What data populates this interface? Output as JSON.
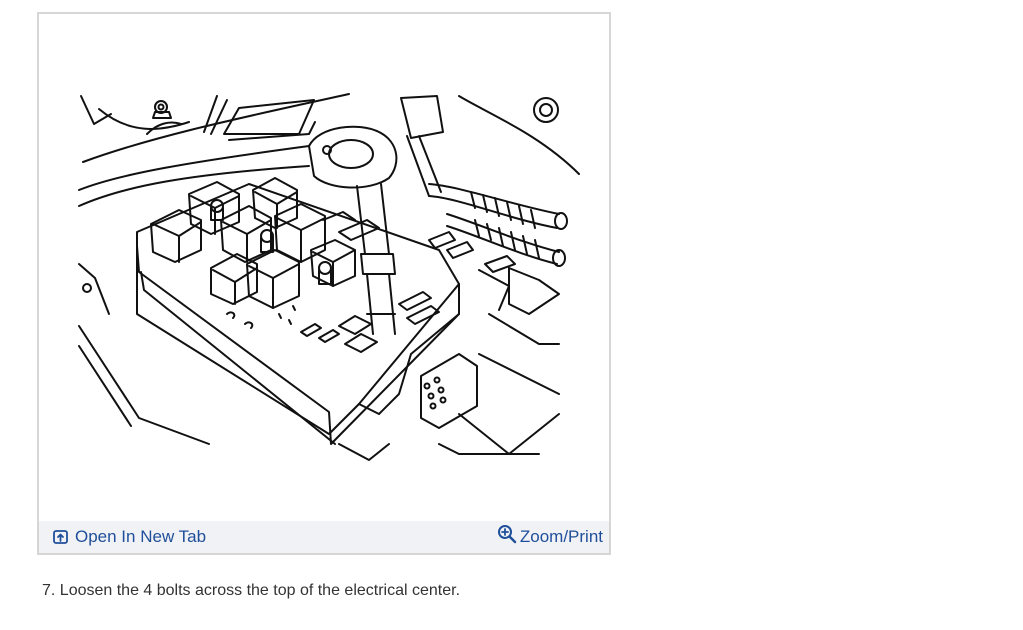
{
  "figure": {
    "open_new_tab_label": "Open In New Tab",
    "zoom_print_label": "Zoom/Print",
    "icons": {
      "open": "open-in-new-tab-icon",
      "zoom": "zoom-in-icon"
    },
    "link_color": "#1f4f9a"
  },
  "step": {
    "text": "7. Loosen the 4 bolts across the top of the electrical center."
  }
}
